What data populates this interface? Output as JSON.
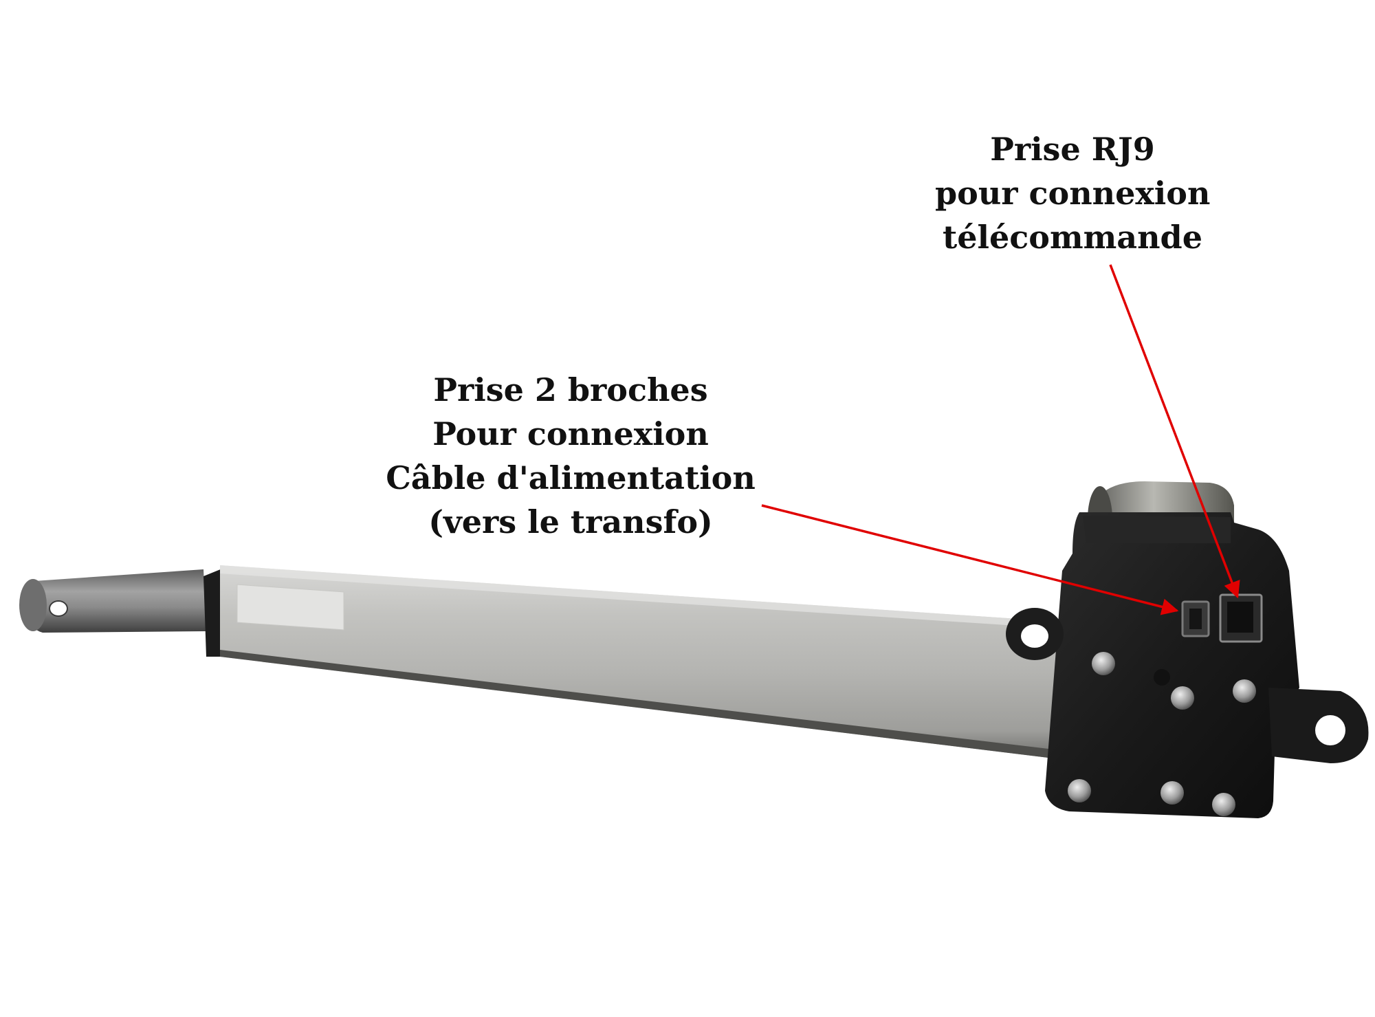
{
  "annotations": {
    "power_socket": {
      "lines": [
        "Prise 2 broches",
        "Pour connexion",
        "Câble d'alimentation",
        "(vers le transfo)"
      ]
    },
    "rj9_socket": {
      "lines": [
        "Prise RJ9",
        "pour connexion",
        "télécommande"
      ]
    }
  },
  "colors": {
    "background": "#ffffff",
    "arrow": "#e00000",
    "label_text": "#111111",
    "tube_silver": "#b9b9b6",
    "rod_grey": "#8d8d8d",
    "housing_black": "#1a1a1a"
  }
}
